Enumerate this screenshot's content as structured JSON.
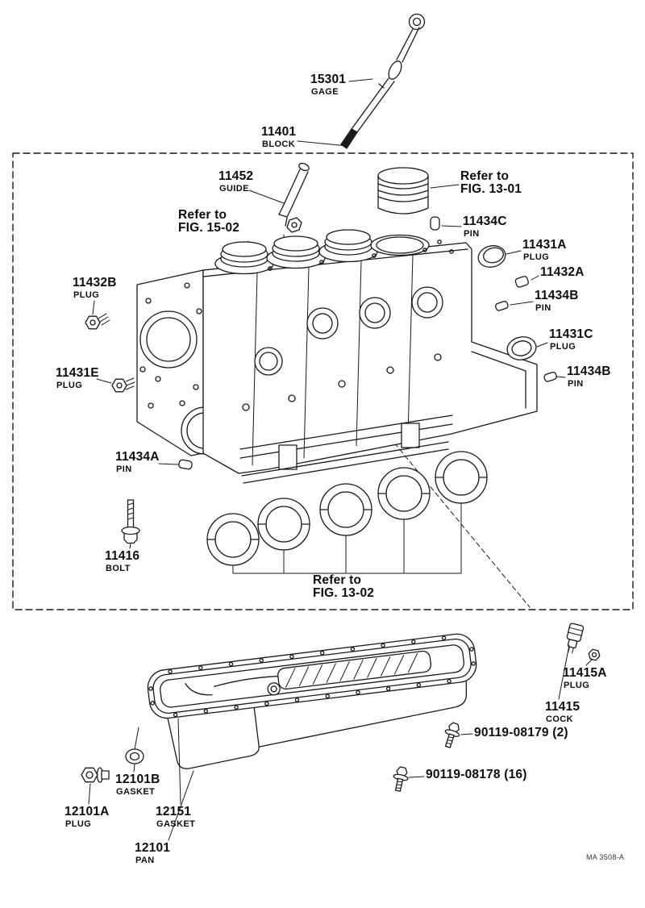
{
  "parts": {
    "gage": {
      "number": "15301",
      "name": "GAGE"
    },
    "block": {
      "number": "11401",
      "name": "BLOCK"
    },
    "guide": {
      "number": "11452",
      "name": "GUIDE"
    },
    "pin_11434c": {
      "number": "11434C",
      "name": "PIN"
    },
    "plug_11431a": {
      "number": "11431A",
      "name": "PLUG"
    },
    "plug_11432a": {
      "number": "11432A"
    },
    "pin_11434b_upper": {
      "number": "11434B",
      "name": "PIN"
    },
    "plug_11432b": {
      "number": "11432B",
      "name": "PLUG"
    },
    "plug_11431c": {
      "number": "11431C",
      "name": "PLUG"
    },
    "plug_11431e": {
      "number": "11431E",
      "name": "PLUG"
    },
    "pin_11434b_lower": {
      "number": "11434B",
      "name": "PIN"
    },
    "pin_11434a": {
      "number": "11434A",
      "name": "PIN"
    },
    "bolt_11416": {
      "number": "11416",
      "name": "BOLT"
    },
    "plug_11415a": {
      "number": "11415A",
      "name": "PLUG"
    },
    "cock_11415": {
      "number": "11415",
      "name": "COCK"
    },
    "bolt_90119_08179": {
      "number": "90119-08179 (2)"
    },
    "bolt_90119_08178": {
      "number": "90119-08178 (16)"
    },
    "gasket_12101b": {
      "number": "12101B",
      "name": "GASKET"
    },
    "plug_12101a": {
      "number": "12101A",
      "name": "PLUG"
    },
    "gasket_12151": {
      "number": "12151",
      "name": "GASKET"
    },
    "pan_12101": {
      "number": "12101",
      "name": "PAN"
    }
  },
  "references": {
    "fig_13_01": {
      "line1": "Refer to",
      "line2": "FIG. 13-01"
    },
    "fig_15_02": {
      "line1": "Refer to",
      "line2": "FIG. 15-02"
    },
    "fig_13_02": {
      "line1": "Refer to",
      "line2": "FIG. 13-02"
    }
  },
  "footer": {
    "code": "MA 3508-A"
  }
}
